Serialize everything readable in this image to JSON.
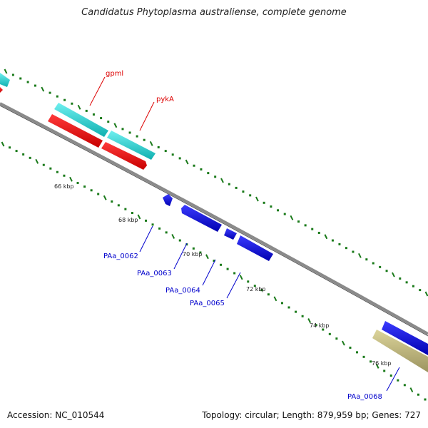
{
  "title": "Candidatus Phytoplasma australiense, complete genome",
  "footer": {
    "accession": "Accession: NC_010544",
    "summary": "Topology: circular; Length: 879,959 bp; Genes: 727"
  },
  "colors": {
    "backbone": "#8a8a8a",
    "tick": "#1a7a1a",
    "cyan_gene": "#1ec9c9",
    "red_gene": "#ff0000",
    "blue_gene": "#0000ff",
    "tan_gene": "#c8c080",
    "red_label": "#dd0000",
    "blue_label": "#0000cc"
  },
  "scale_labels": [
    "66 kbp",
    "68 kbp",
    "70 kbp",
    "72 kbp",
    "74 kbp",
    "76 kbp"
  ],
  "gene_labels": {
    "gpml": "gpml",
    "pykA": "pykA",
    "PAa_0062": "PAa_0062",
    "PAa_0063": "PAa_0063",
    "PAa_0064": "PAa_0064",
    "PAa_0065": "PAa_0065",
    "PAa_0068": "PAa_0068"
  }
}
